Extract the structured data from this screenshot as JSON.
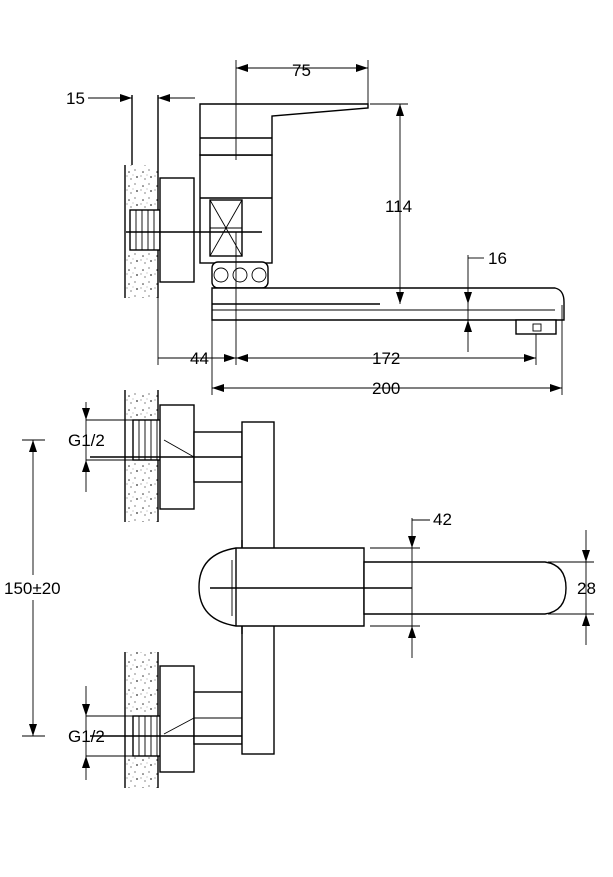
{
  "dimensions": {
    "handle_length": "75",
    "wall_offset": "15",
    "height_total": "114",
    "spout_height": "16",
    "spout_projection_wall": "44",
    "spout_projection": "172",
    "overall_length": "200",
    "thread_upper": "G1/2",
    "thread_lower": "G1/2",
    "centre_distance": "150±20",
    "spout_offset": "42",
    "spout_width": "28"
  }
}
